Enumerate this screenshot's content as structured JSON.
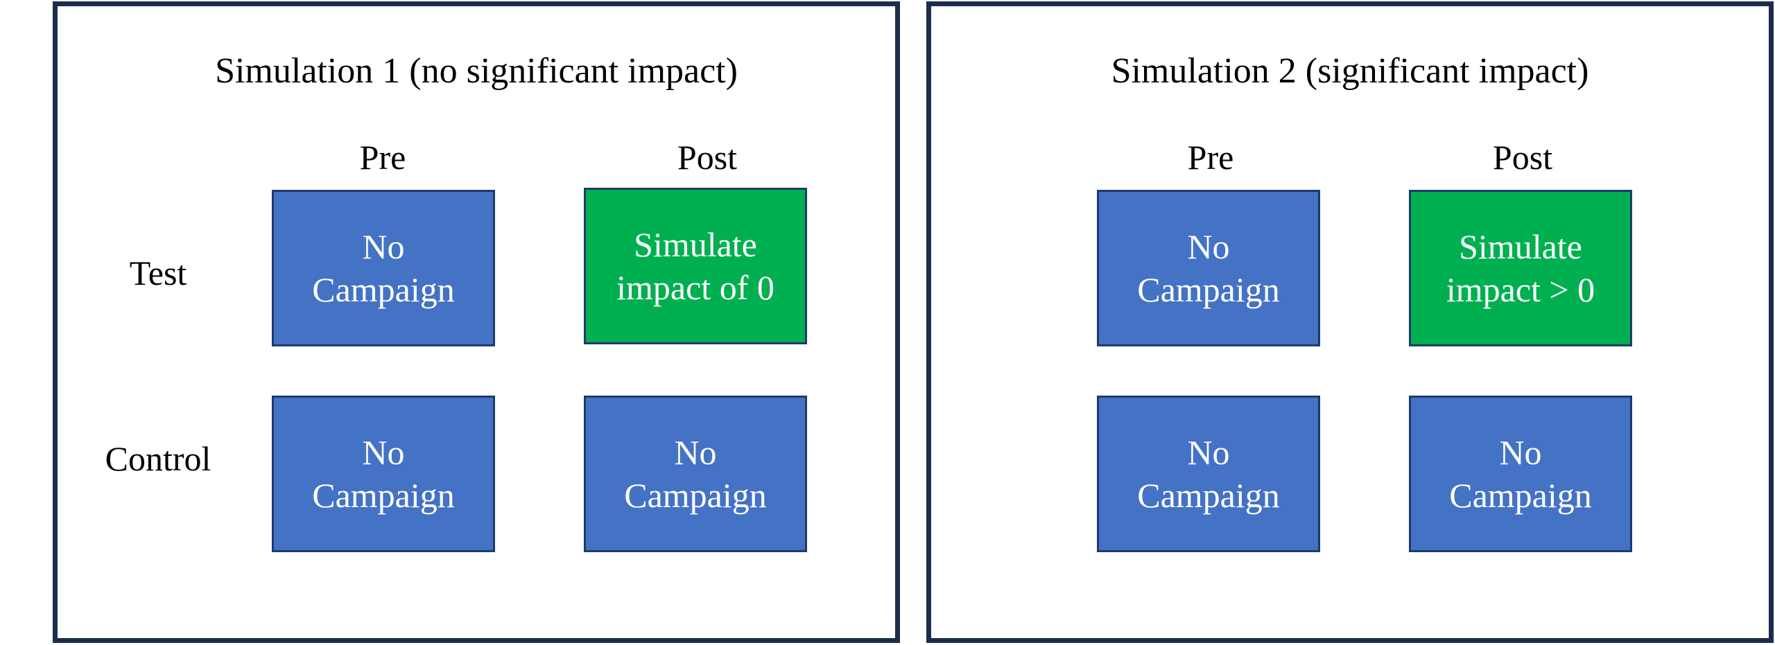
{
  "colors": {
    "border": "#1b2c4d",
    "no_campaign_fill": "#4472c4",
    "simulate_fill": "#00b050",
    "cell_text": "#ffffff"
  },
  "panels": [
    {
      "title": "Simulation 1 (no significant impact)",
      "col_headers": [
        "Pre",
        "Post"
      ],
      "row_headers": [
        "Test",
        "Control"
      ],
      "cells": {
        "test_pre": "No\nCampaign",
        "test_post": "Simulate\nimpact of 0",
        "control_pre": "No\nCampaign",
        "control_post": "No\nCampaign"
      }
    },
    {
      "title": "Simulation 2 (significant impact)",
      "col_headers": [
        "Pre",
        "Post"
      ],
      "cells": {
        "test_pre": "No\nCampaign",
        "test_post": "Simulate\nimpact > 0",
        "control_pre": "No\nCampaign",
        "control_post": "No\nCampaign"
      }
    }
  ]
}
